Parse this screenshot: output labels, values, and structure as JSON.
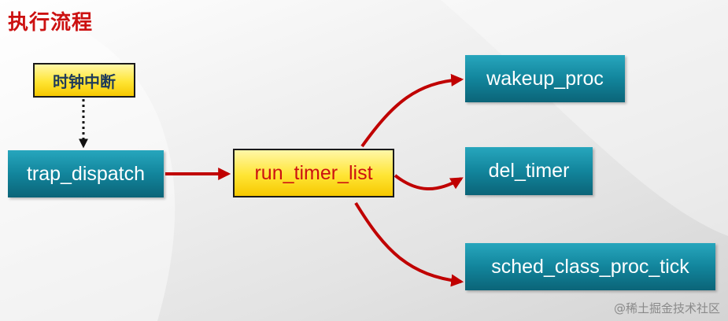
{
  "title": "执行流程",
  "nodes": {
    "interrupt": "时钟中断",
    "trap_dispatch": "trap_dispatch",
    "run_timer_list": "run_timer_list",
    "wakeup_proc": "wakeup_proc",
    "del_timer": "del_timer",
    "sched_class_proc_tick": "sched_class_proc_tick"
  },
  "edges": [
    {
      "from": "时钟中断",
      "to": "trap_dispatch",
      "style": "dotted"
    },
    {
      "from": "trap_dispatch",
      "to": "run_timer_list",
      "style": "solid"
    },
    {
      "from": "run_timer_list",
      "to": "wakeup_proc",
      "style": "solid"
    },
    {
      "from": "run_timer_list",
      "to": "del_timer",
      "style": "solid"
    },
    {
      "from": "run_timer_list",
      "to": "sched_class_proc_tick",
      "style": "solid"
    }
  ],
  "watermark": "@稀土掘金技术社区",
  "colors": {
    "title": "#cc1111",
    "arrow": "#c00000",
    "teal_box": "#12859c",
    "yellow_box": "#ffe534"
  }
}
